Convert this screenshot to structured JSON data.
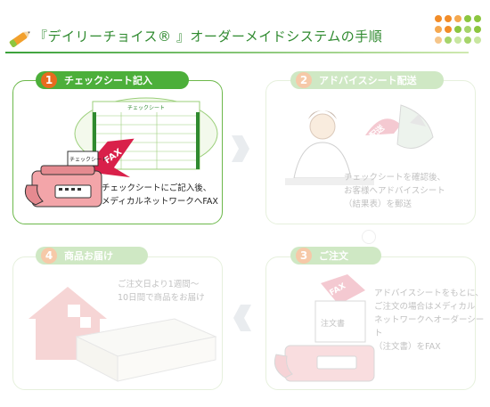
{
  "header": {
    "title": "『デイリーチョイス® 』オーダーメイドシステムの手順"
  },
  "colors": {
    "accent_green": "#4caf3a",
    "step_orange": "#e86b1f",
    "faded_green": "#cfe8c4"
  },
  "steps": [
    {
      "num": "1",
      "label": "チェックシート記入",
      "text": "チェックシートにご記入後、\nメディカルネットワークへFAX",
      "active": true
    },
    {
      "num": "2",
      "label": "アドバイスシート配送",
      "text": "チェックシートを確認後、\nお客様へアドバイスシート\n（結果表）を郵送",
      "active": false
    },
    {
      "num": "3",
      "label": "ご注文",
      "text": "アドバイスシートをもとに、\nご注文の場合はメディカル\nネットワークへオーダーシート\n（注文書）をFAX",
      "active": false
    },
    {
      "num": "4",
      "label": "商品お届け",
      "text": "ご注文日より1週間～\n10日間で商品をお届け",
      "active": false
    }
  ],
  "illustrations": {
    "sheet_title": "チェックシート",
    "sheet_tag": "チェックシート",
    "fax_label": "FAX",
    "order_label": "注文書",
    "delivery_label": "配送",
    "fax_label_3": "FAX"
  },
  "icons": [
    "pencil-icon",
    "fax-machine-icon",
    "arrow-right-icon",
    "arrow-left-icon",
    "house-icon",
    "box-icon"
  ]
}
